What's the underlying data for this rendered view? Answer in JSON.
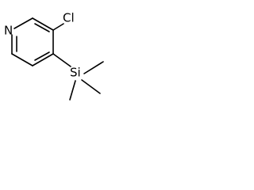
{
  "molecule": {
    "atoms": {
      "nitrogen": "N",
      "chlorine": "Cl",
      "silicon": "Si"
    }
  }
}
